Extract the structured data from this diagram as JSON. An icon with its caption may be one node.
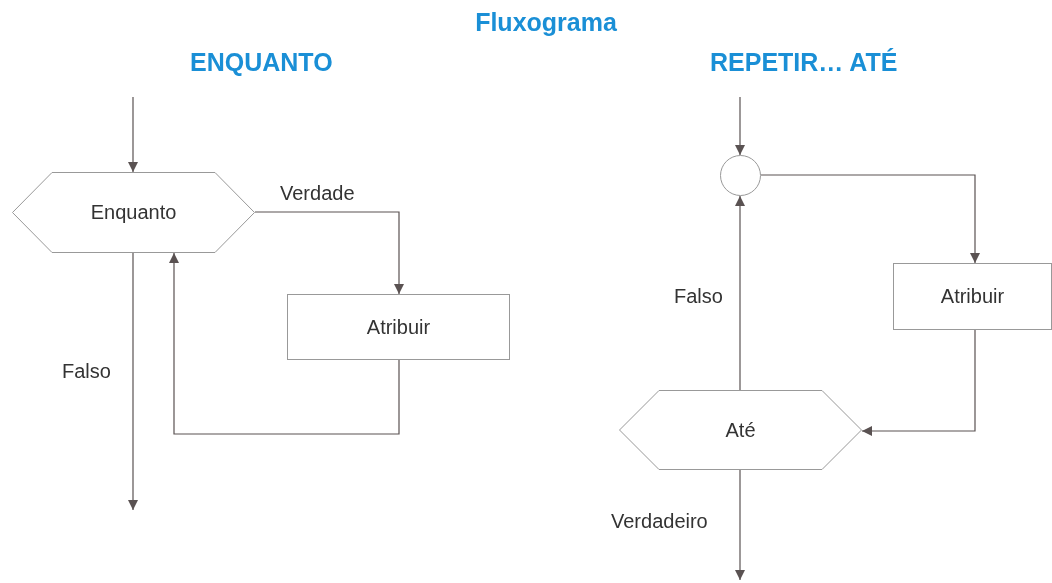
{
  "diagram": {
    "title": "Fluxograma",
    "nodes": [
      {
        "text": [
          "Enquanto"
        ]
      },
      {
        "text": [
          "Atribuir"
        ]
      },
      {
        "text": [],
        "shape": "circle"
      },
      {
        "text": [
          "Atribuir"
        ]
      },
      {
        "text": [
          "Até"
        ]
      }
    ],
    "edges": [
      {
        "from": null,
        "to": 0,
        "arrow": "to"
      },
      {
        "from": 0,
        "to": 1,
        "arrow": "to",
        "label": "Verdade"
      },
      {
        "from": 1,
        "to": 0,
        "arrow": "to"
      },
      {
        "from": 0,
        "to": null,
        "arrow": "to",
        "label": "Falso"
      },
      {
        "from": null,
        "to": 2,
        "arrow": "to"
      },
      {
        "from": 2,
        "to": 3,
        "arrow": "to"
      },
      {
        "from": 3,
        "to": 4,
        "arrow": "to"
      },
      {
        "from": 4,
        "to": 2,
        "arrow": "to",
        "label": "Falso"
      },
      {
        "from": 4,
        "to": null,
        "arrow": "to",
        "label": "Verdadeiro"
      }
    ],
    "labels": [
      "ENQUANTO",
      "REPETIR… ATÉ"
    ]
  }
}
